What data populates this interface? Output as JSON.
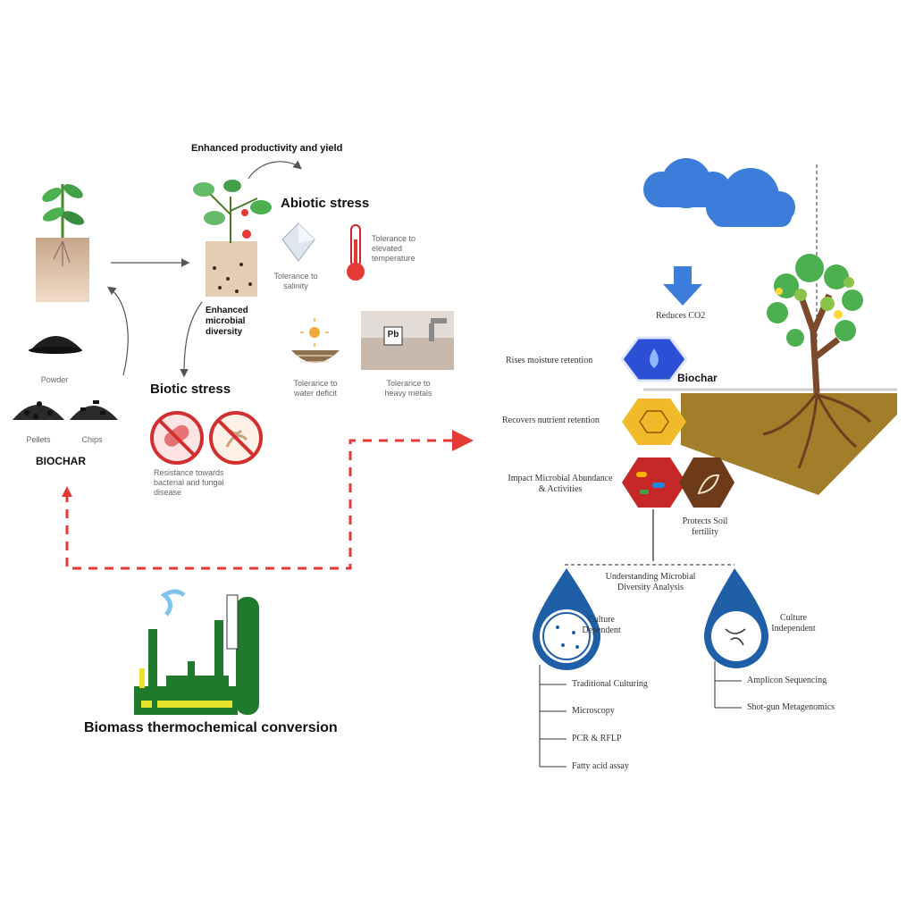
{
  "left": {
    "enhanced_productivity": "Enhanced productivity and yield",
    "abiotic_stress": "Abiotic stress",
    "tolerance_salinity": "Tolerance to salinity",
    "tolerance_temperature": "Tolerance to elevated temperature",
    "enhanced_microbial": "Enhanced microbial diversity",
    "tolerance_water": "Tolerance to water deficit",
    "tolerance_metals": "Tolerance to heavy metals",
    "metal_symbol": "Pb",
    "biotic_stress": "Biotic stress",
    "resistance": "Resistance towards bacterial and fungal disease",
    "powder": "Powder",
    "pellets": "Pellets",
    "chips": "Chips",
    "biochar": "BIOCHAR",
    "biomass": "Biomass thermochemical conversion"
  },
  "right": {
    "reduces_co2": "Reduces CO2",
    "biochar": "Biochar",
    "raise_moisture": "Rises moisture retention",
    "recovers_nutrient": "Recovers nutrient retention",
    "impact_microbial": "Impact Microbial Abundance & Activities",
    "protects_soil": "Protects Soil fertility",
    "understanding": "Understanding Microbial Diversity Analysis",
    "culture_dependent": "Culture Dependent",
    "culture_independent": "Culture Independent",
    "dependent_methods": [
      "Traditional Culturing",
      "Microscopy",
      "PCR & RFLP",
      "Fatty acid assay"
    ],
    "independent_methods": [
      "Amplicon Sequencing",
      "Shot-gun Metagenomics"
    ]
  },
  "colors": {
    "arrow_red": "#e53935",
    "cloud_blue": "#3b7dd8",
    "soil_brown": "#a27d2a",
    "factory_green": "#1f7a2e",
    "factory_yellow": "#e6e32a",
    "drop_blue": "#1f5fa8"
  }
}
